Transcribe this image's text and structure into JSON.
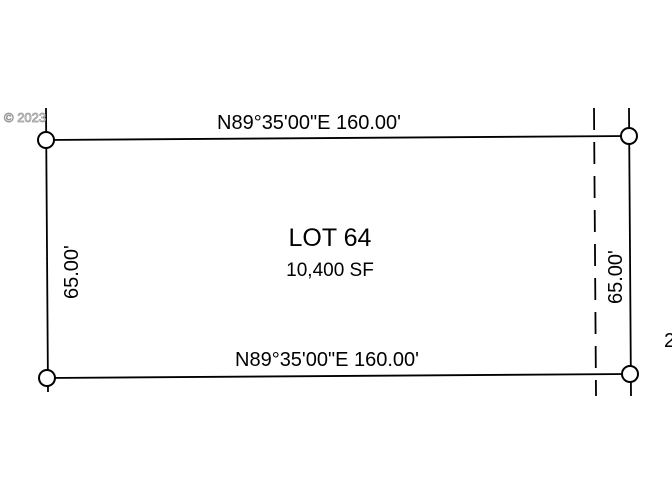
{
  "watermark": "© 2023",
  "lot": {
    "title": "LOT 64",
    "area": "10,400 SF"
  },
  "bearings": {
    "top": "N89°35'00\"E 160.00'",
    "bottom": "N89°35'00\"E 160.00'",
    "left": "65.00'",
    "right": "65.00'"
  },
  "edge_label": "2"
}
